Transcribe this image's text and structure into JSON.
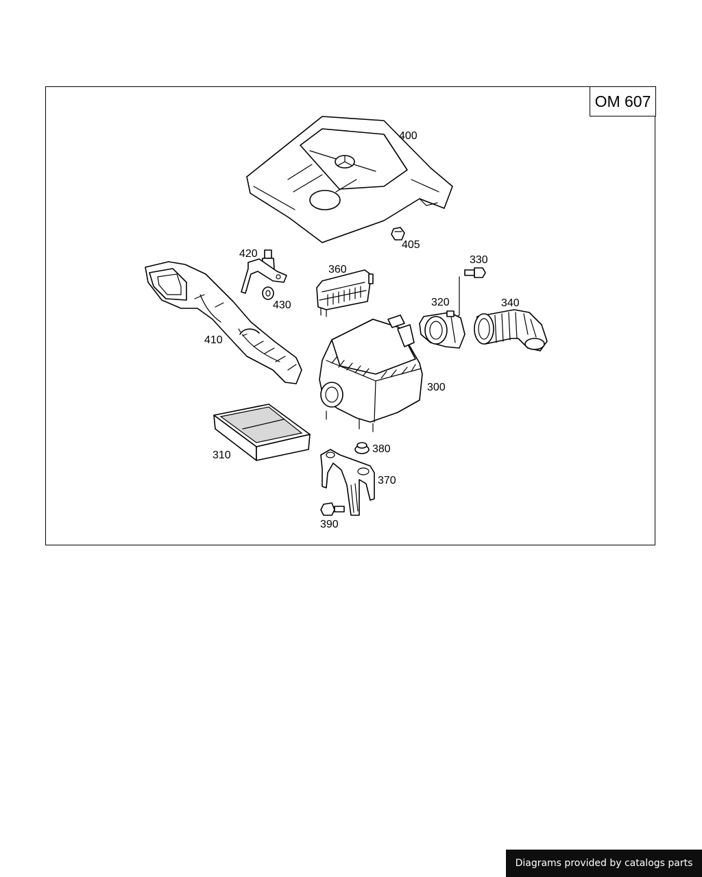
{
  "model": "OM 607",
  "footer": "Diagrams provided by catalogs parts",
  "parts": {
    "p300": "300",
    "p310": "310",
    "p320": "320",
    "p330": "330",
    "p340": "340",
    "p360": "360",
    "p370": "370",
    "p380": "380",
    "p390": "390",
    "p400": "400",
    "p405": "405",
    "p410": "410",
    "p420": "420",
    "p430": "430"
  }
}
